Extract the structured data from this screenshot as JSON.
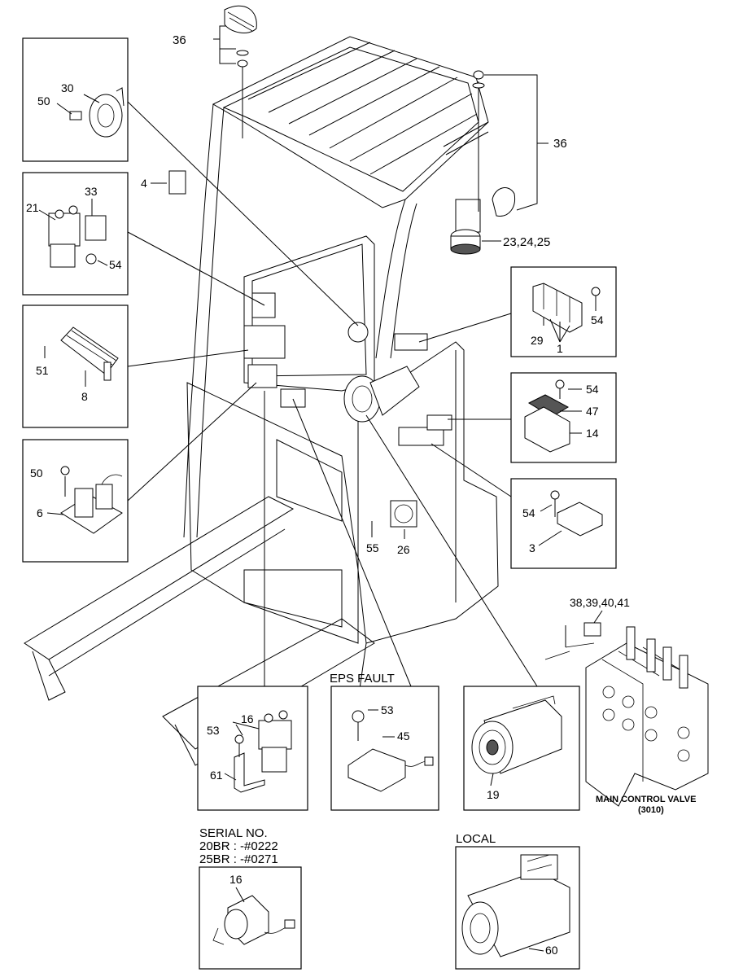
{
  "parts": {
    "horn": "30",
    "horn_bolt": "50",
    "switch_left": "4",
    "contactor_21": "21",
    "bracket_33": "33",
    "screw_54a": "54",
    "controller_screw": "51",
    "controller": "8",
    "capacitor_screw": "50",
    "capacitor": "6",
    "lamp_top": "36",
    "lamp_right": "36",
    "beacon": "23,24,25",
    "relay_screw": "54",
    "relay_29": "29",
    "relay_1": "1",
    "module_screw": "54",
    "module_47": "47",
    "module_14": "14",
    "resistor_screw": "54",
    "resistor_3": "3",
    "fan_screw": "55",
    "fan_26": "26",
    "valve_kit": "38,39,40,41",
    "contactor_screw": "53",
    "contactor_16": "16",
    "bracket_61": "61",
    "eps_screw": "53",
    "eps_unit": "45",
    "motor_19": "19",
    "serial_contactor": "16",
    "local_motor": "60"
  },
  "captions": {
    "eps_fault": "EPS FAULT",
    "main_control_valve": "MAIN CONTROL VALVE",
    "valve_code": "(3010)",
    "serial_title": "SERIAL NO.",
    "serial_line1": "20BR : -#0222",
    "serial_line2": "25BR : -#0271",
    "local": "LOCAL"
  }
}
